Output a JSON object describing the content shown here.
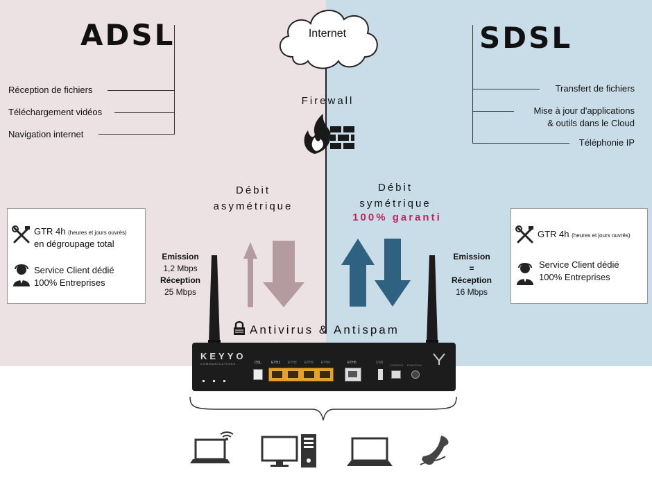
{
  "left": {
    "title": "ADSL",
    "uses": [
      "Réception de fichiers",
      "Téléchargement vidéos",
      "Navigation internet"
    ],
    "debit_line1": "Débit",
    "debit_line2": "asymétrique",
    "box": {
      "gtr": "GTR 4h",
      "gtr_small": "(heures et jours ouvrés)",
      "gtr_line2": "en dégroupage total",
      "service_line1": "Service Client dédié",
      "service_line2": "100% Entreprises"
    },
    "rates": {
      "emission_label": "Emission",
      "emission_value": "1,2 Mbps",
      "reception_label": "Réception",
      "reception_value": "25 Mbps"
    }
  },
  "right": {
    "title": "SDSL",
    "uses": [
      "Transfert de fichiers",
      "Mise à jour d'applications",
      "& outils dans le Cloud",
      "Téléphonie IP"
    ],
    "debit_line1": "Débit",
    "debit_line2": "symétrique",
    "debit_line3": "100% garanti",
    "box": {
      "gtr": "GTR 4h",
      "gtr_small": "(heures et jours ouvrés)",
      "service_line1": "Service Client dédié",
      "service_line2": "100% Entreprises"
    },
    "rates": {
      "emission_label": "Emission",
      "equals": "=",
      "reception_label": "Réception",
      "reception_value": "16 Mbps"
    }
  },
  "center": {
    "internet": "Internet",
    "firewall": "Firewall",
    "antivirus": "Antivirus & Antispam"
  },
  "router": {
    "brand": "KEYYO",
    "brand_sub": "COMMUNICATIONS",
    "ports": [
      "DSL",
      "ETH1",
      "ETH2",
      "ETH3",
      "ETH4",
      "ETH5",
      "USB",
      "CONSOLE",
      "FUNCTION"
    ]
  },
  "colors": {
    "left_bg": "#ece2e3",
    "right_bg": "#c9dde9",
    "asym_arrow": "#b39ba0",
    "sym_arrow": "#2f6180",
    "guaranteed": "#c0255f"
  },
  "icons": [
    "cloud-icon",
    "firewall-icon",
    "tools-icon",
    "support-agent-icon",
    "padlock-icon",
    "laptop-wifi-icon",
    "desktop-tower-icon",
    "laptop-icon",
    "telephone-icon"
  ]
}
